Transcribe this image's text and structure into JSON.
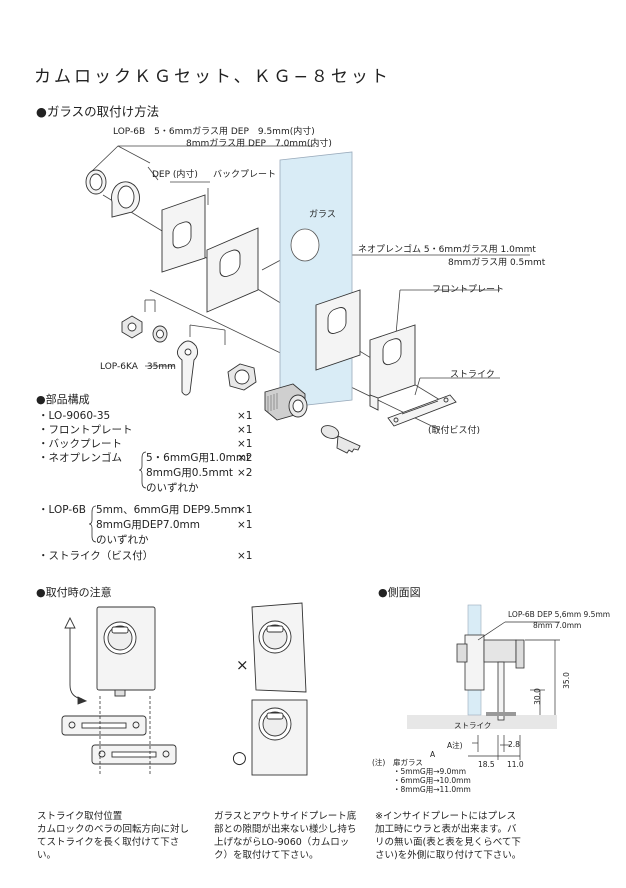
{
  "title": "カムロックＫＧセット、ＫＧ−８セット",
  "sec_glass": "●ガラスの取付け方法",
  "diagram_labels": {
    "lop6b_line1": "LOP-6B　5・6mmガラス用 DEP　9.5mm(内寸)",
    "lop6b_line2": "8mmガラス用 DEP　7.0mm(内寸)",
    "dep": "DEP (内寸)",
    "backplate": "バックプレート",
    "glass": "ガラス",
    "neoprene1": "ネオプレンゴム 5・6mmガラス用 1.0mmt",
    "neoprene2": "8mmガラス用 0.5mmt",
    "frontplate": "フロントプレート",
    "lop6ka": "LOP-6KA　35mm",
    "strike": "ストライク",
    "screw": "(取付ビス付)"
  },
  "sec_parts": "●部品構成",
  "parts": [
    {
      "name": "・LO-9060-35",
      "qty": "×1"
    },
    {
      "name": "・フロントプレート",
      "qty": "×1"
    },
    {
      "name": "・バックプレート",
      "qty": "×1"
    },
    {
      "name": "・ネオプレンゴム",
      "qty": ""
    },
    {
      "name": "・LOP-6B",
      "qty": ""
    },
    {
      "name": "・ストライク（ビス付）",
      "qty": "×1"
    }
  ],
  "neoprene_opts": [
    {
      "text": "5・6mmG用1.0mmt",
      "qty": "×2"
    },
    {
      "text": "8mmG用0.5mmt",
      "qty": "×2"
    },
    {
      "text": "のいずれか",
      "qty": ""
    }
  ],
  "lop6b_opts": [
    {
      "text": "5mm、6mmG用 DEP9.5mm",
      "qty": "×1"
    },
    {
      "text": "8mmG用DEP7.0mm",
      "qty": "×1"
    },
    {
      "text": "のいずれか",
      "qty": ""
    }
  ],
  "sec_caution": "●取付時の注意",
  "sec_side": "●側面図",
  "side_labels": {
    "lop6b1": "LOP-6B DEP 5,6mm 9.5mm",
    "lop6b2": "8mm  7.0mm",
    "d30": "30.0",
    "d350": "35.0",
    "strike": "ストライク",
    "a_note": "A注)",
    "d28": "2.8",
    "d185": "18.5",
    "d110": "11.0",
    "note_head": "(注)",
    "glass_thk": "扉ガラス",
    "a": "A",
    "g5": "・5mmG用→9.0mm",
    "g6": "・6mmG用→10.0mm",
    "g8": "・8mmG用→11.0mm"
  },
  "marks": {
    "ng": "×",
    "ok": "○"
  },
  "notes": {
    "left": "ストライク取付位置\nカムロックのベラの回転方向に対してストライクを長く取付けて下さい。",
    "center": "ガラスとアウトサイドプレート底部との隙間が出来ない様少し持ち上げながらLO-9060（カムロック）を取付けて下さい。",
    "right": "※インサイドプレートにはプレス加工時にウラと表が出来ます。バリの無い面(表と表を見くらべて下さい)を外側に取り付けて下さい。"
  },
  "colors": {
    "glass": "#cfe6f3",
    "line": "#333333",
    "plate": "#f4f4f4",
    "gray": "#9a9a9a"
  }
}
